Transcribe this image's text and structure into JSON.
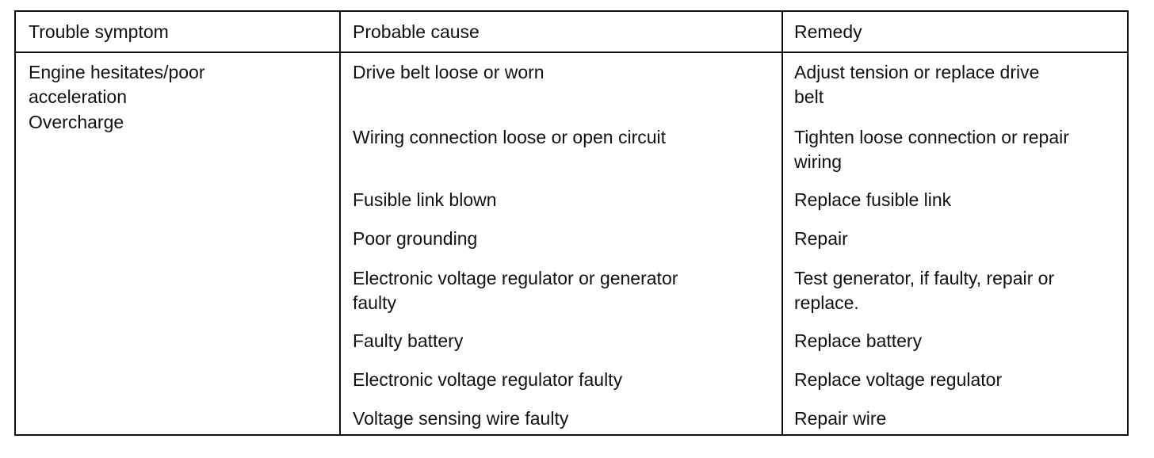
{
  "table": {
    "headers": {
      "symptom": "Trouble symptom",
      "cause": "Probable cause",
      "remedy": "Remedy"
    },
    "symptom_lines": [
      "Engine hesitates/poor",
      "acceleration",
      "Overcharge"
    ],
    "rows": [
      {
        "cause": [
          "Drive belt loose or worn"
        ],
        "remedy": [
          "Adjust tension or replace drive",
          "belt"
        ]
      },
      {
        "cause": [
          "Wiring connection loose or open circuit"
        ],
        "remedy": [
          "Tighten loose connection or repair",
          "wiring"
        ]
      },
      {
        "cause": [
          "Fusible link blown"
        ],
        "remedy": [
          "Replace fusible link"
        ]
      },
      {
        "cause": [
          "Poor grounding"
        ],
        "remedy": [
          "Repair"
        ]
      },
      {
        "cause": [
          "Electronic voltage regulator or generator",
          "faulty"
        ],
        "remedy": [
          "Test generator, if faulty, repair or",
          "replace."
        ]
      },
      {
        "cause": [
          "Faulty battery"
        ],
        "remedy": [
          "Replace battery"
        ]
      },
      {
        "cause": [
          "Electronic voltage regulator faulty"
        ],
        "remedy": [
          "Replace voltage regulator"
        ]
      },
      {
        "cause": [
          "Voltage sensing wire faulty"
        ],
        "remedy": [
          "Repair wire"
        ]
      }
    ]
  }
}
